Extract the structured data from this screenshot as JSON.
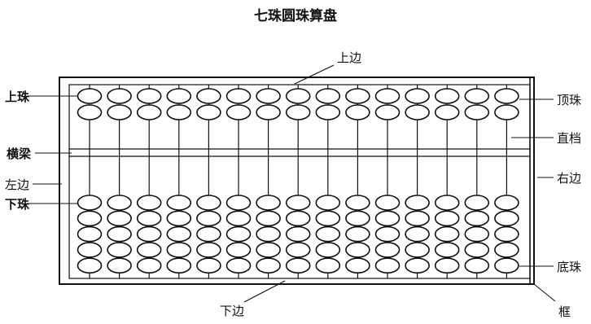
{
  "title": "七珠圆珠算盘",
  "labels": {
    "top_edge": "上边",
    "upper_bead": "上珠",
    "top_bead": "顶珠",
    "rod": "直档",
    "beam": "横梁",
    "left_edge": "左边",
    "right_edge": "右边",
    "lower_bead": "下珠",
    "bottom_bead": "底珠",
    "bottom_edge": "下边",
    "frame": "框"
  },
  "abacus": {
    "rods": 15,
    "upper_beads_per_rod": 2,
    "lower_beads_per_rod": 5
  }
}
